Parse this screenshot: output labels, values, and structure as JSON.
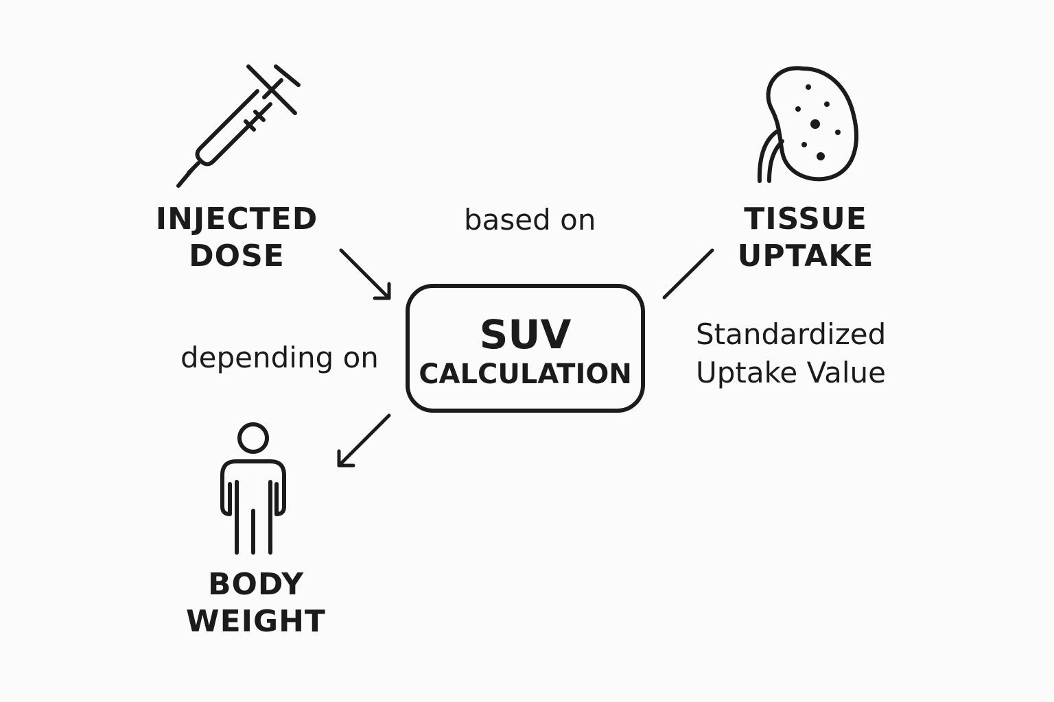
{
  "nodes": {
    "injected_dose": {
      "line1": "INJECTED",
      "line2": "DOSE",
      "icon": "syringe-icon"
    },
    "tissue_uptake": {
      "line1": "TISSUE",
      "line2": "UPTAKE",
      "icon": "kidney-icon"
    },
    "body_weight": {
      "line1": "BODY",
      "line2": "WEIGHT",
      "icon": "person-icon"
    },
    "suv": {
      "title": "SUV",
      "subtitle": "CALCULATION"
    }
  },
  "relations": {
    "based_on": "based on",
    "depending_on": "depending on"
  },
  "definition": {
    "line1": "Standardized",
    "line2": "Uptake Value"
  },
  "colors": {
    "ink": "#1b1b1b",
    "background": "#fbfbfb"
  }
}
